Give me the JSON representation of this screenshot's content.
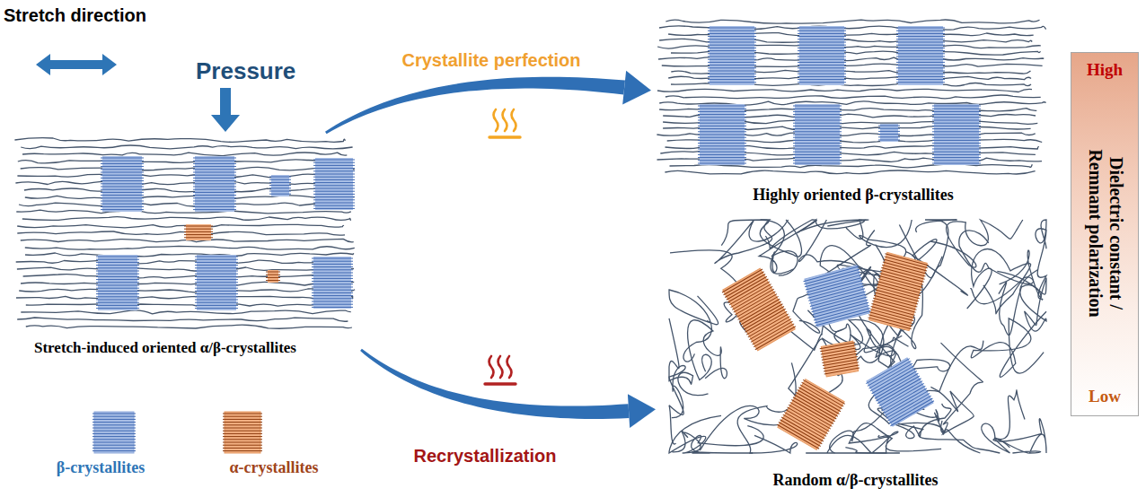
{
  "diagram": {
    "nodes": [
      {
        "text": [
          "Stretch-induced oriented α/β-crystallites"
        ]
      },
      {
        "text": [
          "Highly oriented β-crystallites"
        ]
      },
      {
        "text": [
          "Random α/β-crystallites"
        ]
      },
      {
        "text": [
          "High",
          "Dielectric constant / Remnant polarization",
          "Low"
        ]
      }
    ],
    "edges": [
      {
        "from": 0,
        "to": 1,
        "label": "Crystallite perfection",
        "arrow": "to"
      },
      {
        "from": 0,
        "to": 2,
        "label": "Recrystallization",
        "arrow": "to"
      }
    ],
    "labels": [
      "Stretch direction",
      "Pressure"
    ],
    "legend": [
      {
        "text": "β-crystallites"
      },
      {
        "text": "α-crystallites"
      }
    ]
  }
}
